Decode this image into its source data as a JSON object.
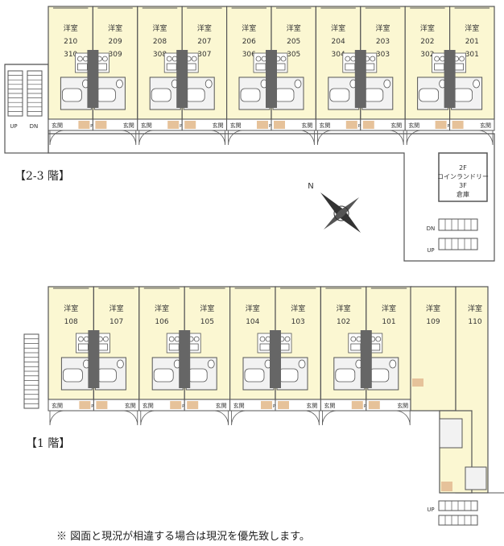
{
  "floor_labels": {
    "upper": "【2-3 階】",
    "ground": "【1 階】"
  },
  "note": "※ 図面と現況が相違する場合は現況を優先致します。",
  "common_labels": {
    "room_type": "洋室",
    "entrance": "玄関",
    "up": "UP",
    "dn": "DN",
    "ps": "PS"
  },
  "upper_units": [
    {
      "room": "210",
      "room2": "310"
    },
    {
      "room": "209",
      "room2": "309"
    },
    {
      "room": "208",
      "room2": "308"
    },
    {
      "room": "207",
      "room2": "307"
    },
    {
      "room": "206",
      "room2": "306"
    },
    {
      "room": "205",
      "room2": "305"
    },
    {
      "room": "204",
      "room2": "304"
    },
    {
      "room": "203",
      "room2": "303"
    },
    {
      "room": "202",
      "room2": "302"
    },
    {
      "room": "201",
      "room2": "301"
    }
  ],
  "ground_units": [
    {
      "room": "108"
    },
    {
      "room": "107"
    },
    {
      "room": "106"
    },
    {
      "room": "105"
    },
    {
      "room": "104"
    },
    {
      "room": "103"
    },
    {
      "room": "102"
    },
    {
      "room": "101"
    },
    {
      "room": "109"
    },
    {
      "room": "110"
    }
  ],
  "laundry_box": {
    "line1": "2F",
    "line2": "コインランドリー",
    "line3": "3F",
    "line4": "倉庫"
  },
  "compass": {
    "north": "N"
  },
  "colors": {
    "room_fill": "#fbf7d2",
    "wall": "#555555",
    "wet_area": "#666666",
    "wood": "#e6c29a"
  }
}
